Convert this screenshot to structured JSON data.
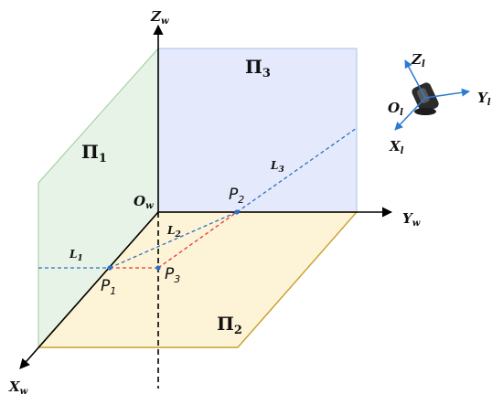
{
  "planes": {
    "p1": {
      "main": "Π",
      "sub": "1"
    },
    "p2": {
      "main": "Π",
      "sub": "2"
    },
    "p3": {
      "main": "Π",
      "sub": "3"
    }
  },
  "world_axes": {
    "z": {
      "main": "Z",
      "sub": "w"
    },
    "y": {
      "main": "Y",
      "sub": "w"
    },
    "x": {
      "main": "X",
      "sub": "w"
    },
    "origin": {
      "main": "O",
      "sub": "w"
    }
  },
  "lidar_axes": {
    "z": {
      "main": "Z",
      "sub": "l"
    },
    "y": {
      "main": "Y",
      "sub": "l"
    },
    "x": {
      "main": "X",
      "sub": "l"
    },
    "origin": {
      "main": "O",
      "sub": "l"
    }
  },
  "points": {
    "p1": {
      "main": "P",
      "sub": "1"
    },
    "p2": {
      "main": "P",
      "sub": "2"
    },
    "p3": {
      "main": "P",
      "sub": "3"
    }
  },
  "lines": {
    "l1": {
      "main": "L",
      "sub": "1"
    },
    "l2": {
      "main": "L",
      "sub": "2"
    },
    "l3": {
      "main": "L",
      "sub": "3"
    }
  },
  "colors": {
    "plane1_fill": "#e3f2e3",
    "plane1_edge": "#9ccc9c",
    "plane2_fill": "#fdf3d6",
    "plane2_edge": "#c8a02c",
    "plane3_fill": "#e4e9fb",
    "plane3_edge": "#a9c4ea",
    "axis": "#000000",
    "ray_blue": "#2f6fc4",
    "ray_red": "#e03a3a",
    "lidar_axis": "#2b7bd0"
  }
}
